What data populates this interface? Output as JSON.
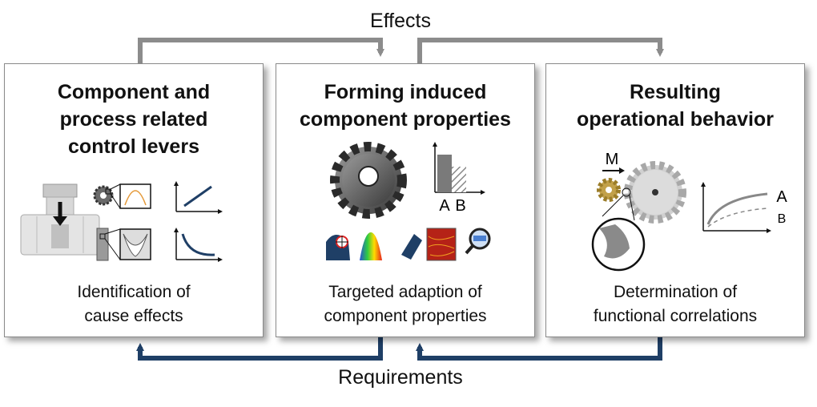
{
  "top_label": "Effects",
  "bottom_label": "Requirements",
  "colors": {
    "effects_arrow": "#8c8c8c",
    "requirements_arrow": "#1f3f66",
    "panel_border": "#8a8a8a"
  },
  "panels": [
    {
      "title_lines": [
        "Component and",
        "process related",
        "control levers"
      ],
      "caption_lines": [
        "Identification of",
        "cause effects"
      ]
    },
    {
      "title_lines": [
        "Forming induced",
        "component properties"
      ],
      "caption_lines": [
        "Targeted adaption of",
        "component properties"
      ],
      "bar_labels": [
        "A",
        "B"
      ]
    },
    {
      "title_lines": [
        "Resulting",
        "operational behavior"
      ],
      "caption_lines": [
        "Determination of",
        "functional correlations"
      ],
      "moment_label": "M",
      "curve_labels": [
        "A",
        "B"
      ]
    }
  ]
}
